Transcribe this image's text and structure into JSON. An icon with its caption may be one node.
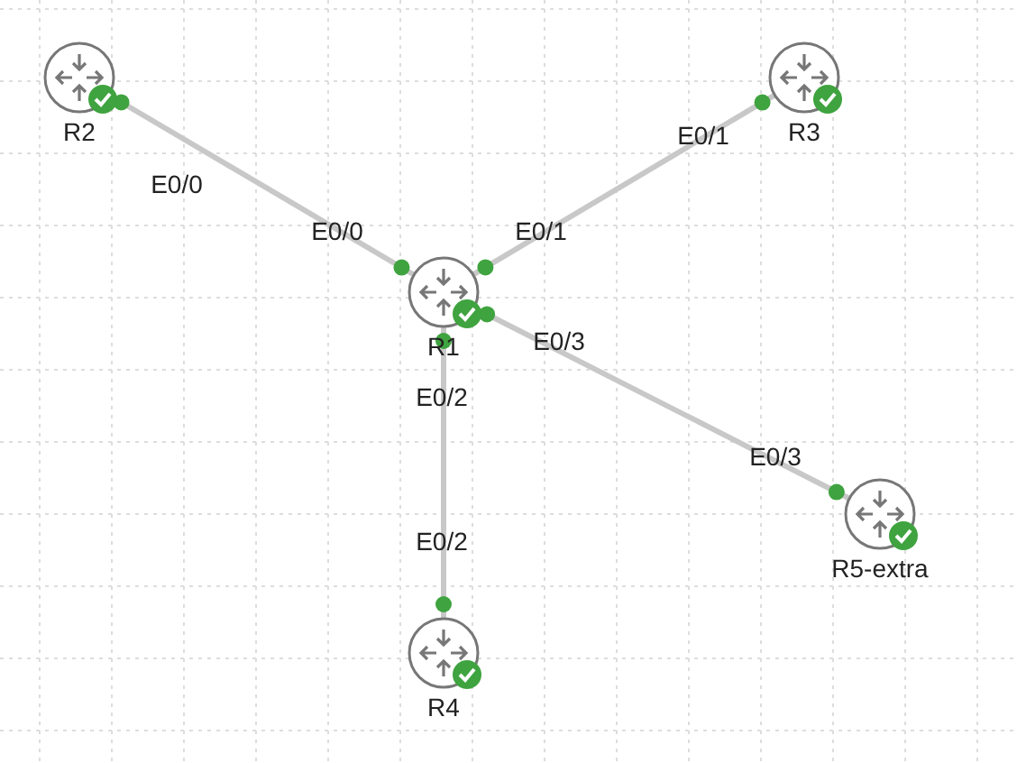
{
  "diagram": {
    "nodes": [
      {
        "text": [
          "R2"
        ]
      },
      {
        "text": [
          "R3"
        ]
      },
      {
        "text": [
          "R1"
        ]
      },
      {
        "text": [
          "R5-extra"
        ]
      },
      {
        "text": [
          "R4"
        ]
      }
    ],
    "edges": [
      {
        "from": 0,
        "to": 2,
        "arrow": "none"
      },
      {
        "from": 1,
        "to": 2,
        "arrow": "none"
      },
      {
        "from": 2,
        "to": 4,
        "arrow": "none"
      },
      {
        "from": 2,
        "to": 3,
        "arrow": "none"
      }
    ],
    "labels": [
      "E0/1",
      "E0/0",
      "E0/0",
      "E0/1",
      "E0/3",
      "E0/2",
      "E0/3",
      "E0/2"
    ]
  }
}
